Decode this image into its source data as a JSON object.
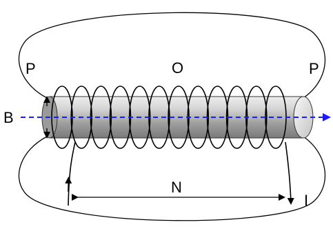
{
  "labels": {
    "p_left": "P",
    "o_top": "O",
    "p_right": "P",
    "b_axis": "B",
    "n_length": "N",
    "i_current": "I"
  },
  "colors": {
    "axis_arrow": "#1a1aff",
    "lines": "#000000"
  }
}
